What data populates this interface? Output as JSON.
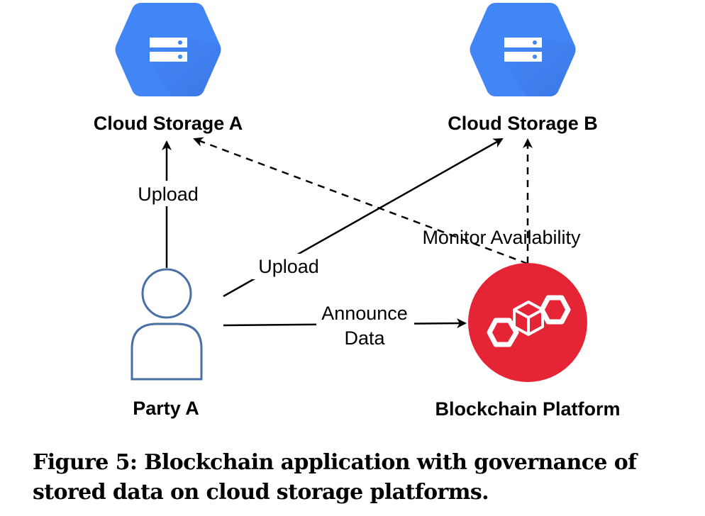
{
  "nodes": {
    "cloud_storage_a": {
      "label": "Cloud Storage A",
      "icon": "cloud-storage-icon",
      "color": "#4285F4"
    },
    "cloud_storage_b": {
      "label": "Cloud Storage B",
      "icon": "cloud-storage-icon",
      "color": "#4285F4"
    },
    "party_a": {
      "label": "Party A",
      "icon": "user-icon",
      "color": "#4A6FA5"
    },
    "blockchain_platform": {
      "label": "Blockchain Platform",
      "icon": "blockchain-icon",
      "color": "#E52535"
    }
  },
  "edges": [
    {
      "from": "party_a",
      "to": "cloud_storage_a",
      "label": "Upload",
      "style": "solid"
    },
    {
      "from": "party_a",
      "to": "cloud_storage_b",
      "label": "Upload",
      "style": "solid"
    },
    {
      "from": "party_a",
      "to": "blockchain_platform",
      "label": "Announce Data",
      "label_lines": [
        "Announce",
        "Data"
      ],
      "style": "solid"
    },
    {
      "from": "blockchain_platform",
      "to": "cloud_storage_a",
      "label": "Monitor Availability",
      "style": "dashed"
    },
    {
      "from": "blockchain_platform",
      "to": "cloud_storage_b",
      "label": "Monitor Availability",
      "style": "dashed"
    }
  ],
  "caption": "Figure 5: Blockchain application with governance of stored data on cloud storage platforms."
}
